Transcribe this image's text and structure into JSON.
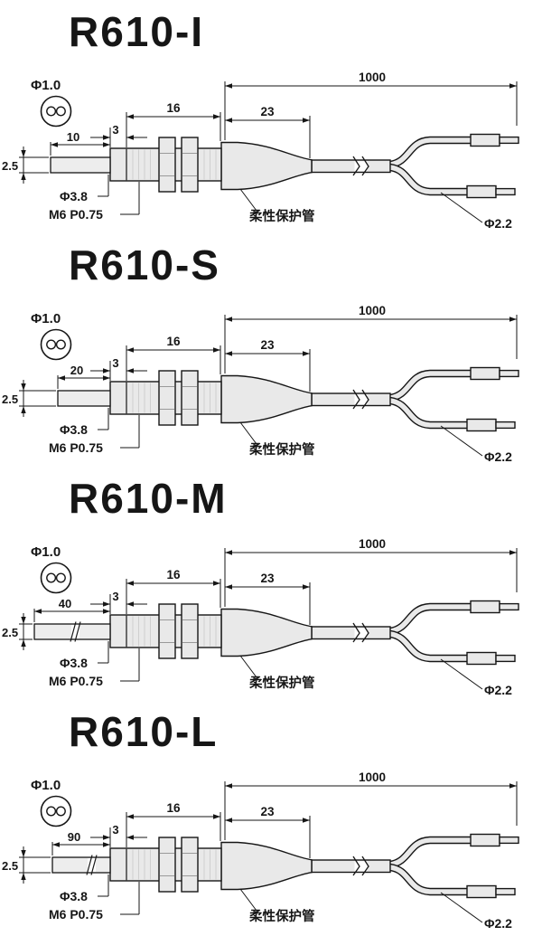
{
  "page": {
    "background": "#ffffff",
    "line_color": "#161616",
    "fill_color": "#e9e9e9",
    "rod_fill": "#ededed"
  },
  "shared": {
    "tip_diameter_label": "Φ1.0",
    "height_label": "2.5",
    "offset_label": "3",
    "thread_len_label": "16",
    "boot_len_label": "23",
    "fiber_len_label": "1000",
    "diameter_label": "Φ3.8",
    "thread_label": "M6 P0.75",
    "tube_label": "柔性保护管",
    "cable_diameter_label": "Φ2.2"
  },
  "diagrams": [
    {
      "title": "R610-I",
      "tip_length_label": "10"
    },
    {
      "title": "R610-S",
      "tip_length_label": "20"
    },
    {
      "title": "R610-M",
      "tip_length_label": "40"
    },
    {
      "title": "R610-L",
      "tip_length_label": "90"
    }
  ]
}
